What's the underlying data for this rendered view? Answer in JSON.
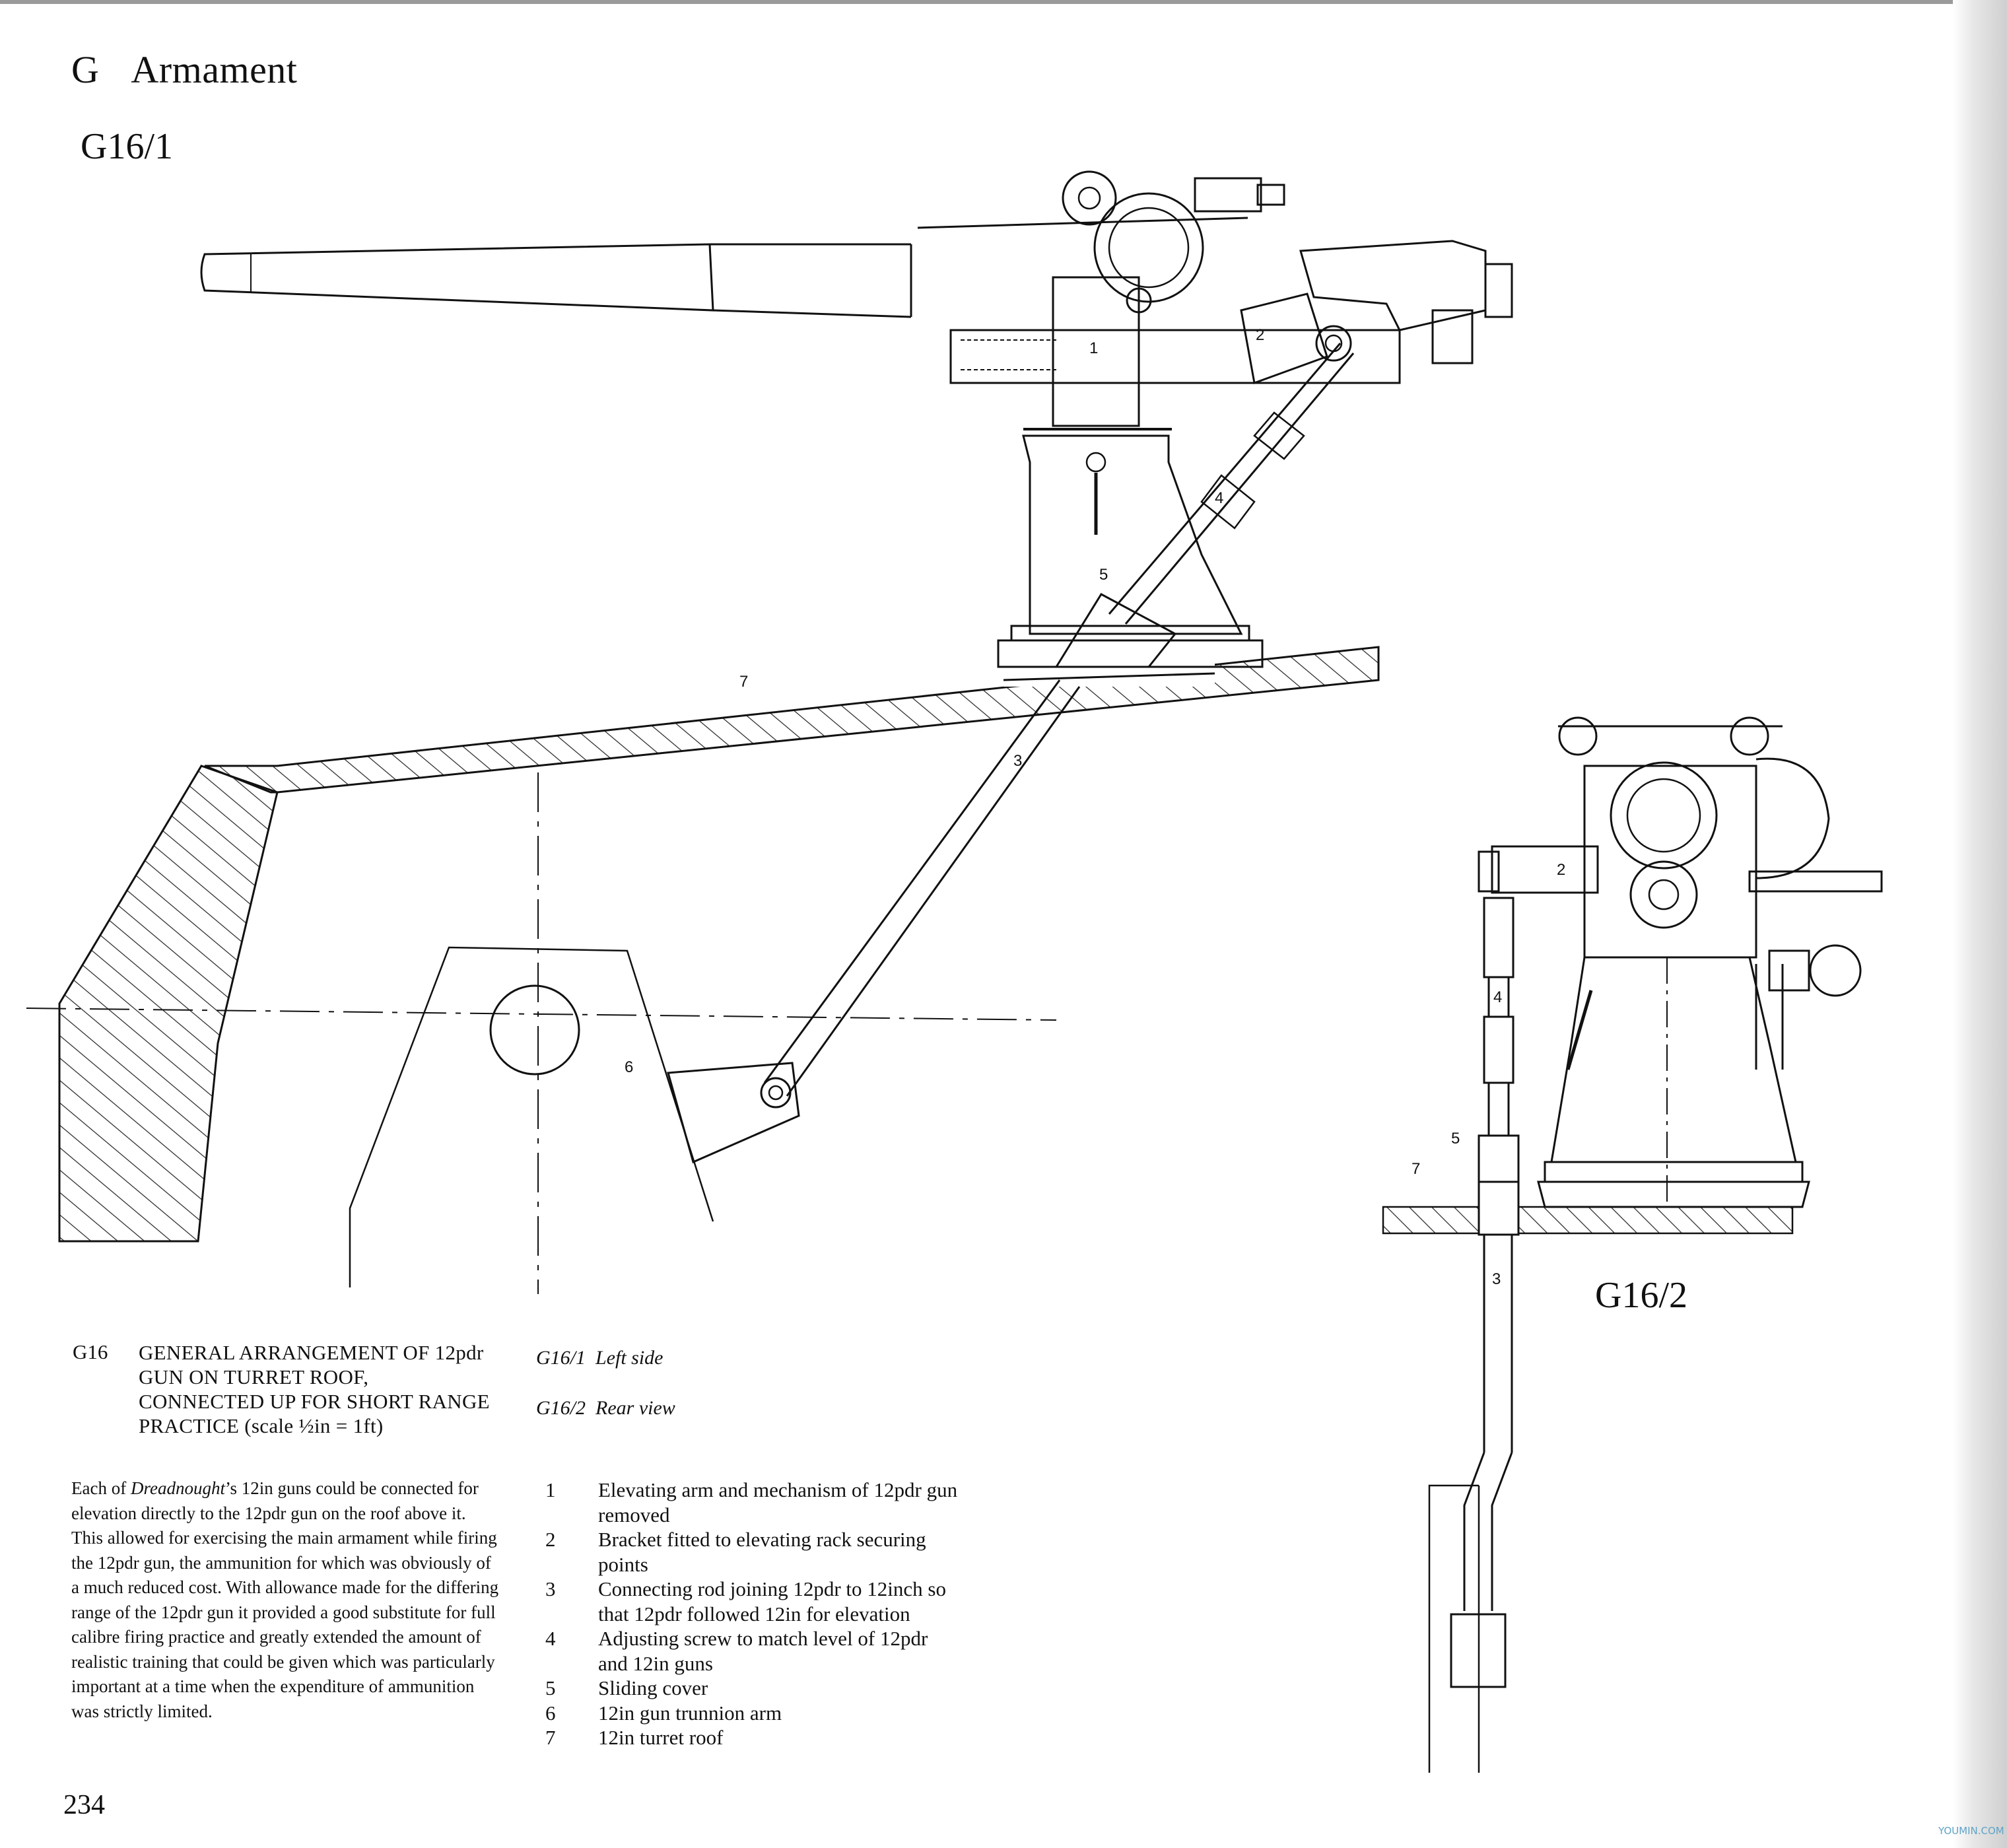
{
  "page": {
    "section_letter": "G",
    "section_name": "Armament",
    "page_number": "234",
    "watermark": "YOUMIN.COM"
  },
  "figures": {
    "fig1_label": "G16/1",
    "fig2_label": "G16/2",
    "callouts": {
      "n1": "1",
      "n2": "2",
      "n3": "3",
      "n4": "4",
      "n5": "5",
      "n6": "6",
      "n7": "7",
      "r2": "2",
      "r3": "3",
      "r4": "4",
      "r5": "5",
      "r7": "7"
    }
  },
  "caption": {
    "id": "G16",
    "title": "GENERAL ARRANGEMENT OF 12pdr GUN ON TURRET ROOF, CONNECTED UP FOR SHORT RANGE PRACTICE (scale ½in = 1ft)",
    "body_prefix": "Each of ",
    "body_italic": "Dreadnought",
    "body_rest": "’s 12in guns could be connected for elevation directly to the 12pdr gun on the roof above it. This allowed for exercising the main armament while firing the 12pdr gun, the ammunition for which was obviously of a much reduced cost. With allowance made for the differing range of the 12pdr gun it provided a good substitute for full calibre firing practice and greatly extended the amount of realistic training that could be given which was particularly important at a time when the expenditure of ammunition was strictly limited."
  },
  "views": [
    {
      "id": "G16/1",
      "text": "Left side"
    },
    {
      "id": "G16/2",
      "text": "Rear view"
    }
  ],
  "key": [
    {
      "num": "1",
      "text": "Elevating arm and mechanism of 12pdr gun removed"
    },
    {
      "num": "2",
      "text": "Bracket fitted to elevating rack securing points"
    },
    {
      "num": "3",
      "text": "Connecting rod joining 12pdr to 12inch so that 12pdr followed 12in for elevation"
    },
    {
      "num": "4",
      "text": "Adjusting screw to match level of 12pdr and 12in guns"
    },
    {
      "num": "5",
      "text": "Sliding cover"
    },
    {
      "num": "6",
      "text": "12in gun trunnion arm"
    },
    {
      "num": "7",
      "text": "12in turret roof"
    }
  ]
}
